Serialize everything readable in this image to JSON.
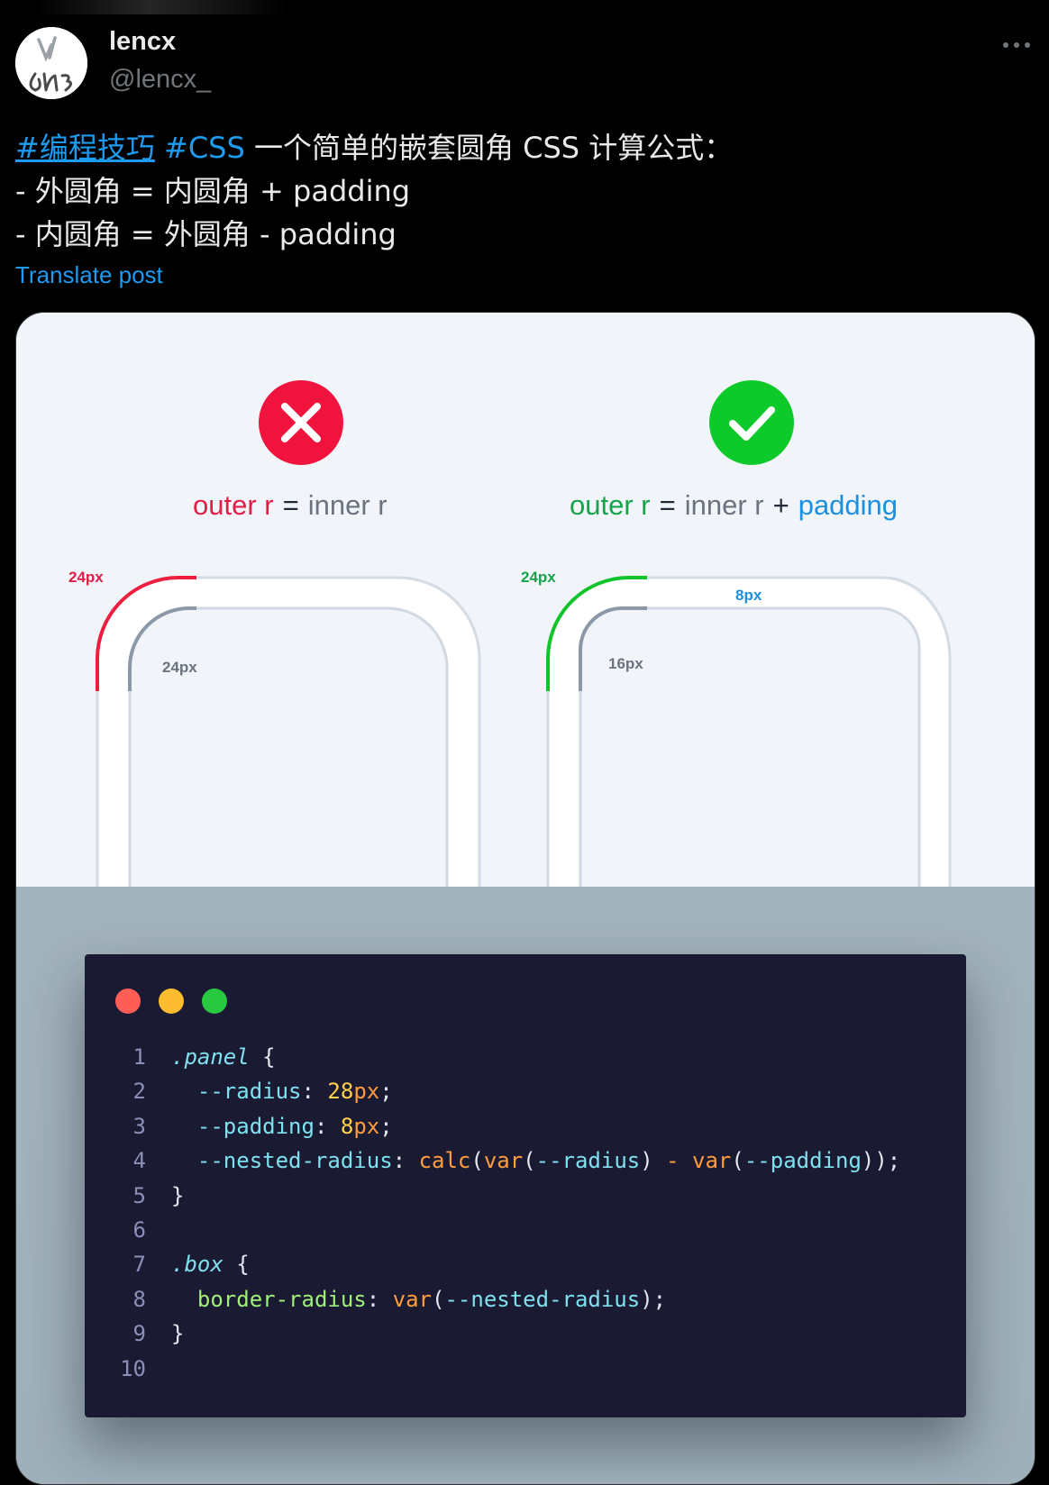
{
  "author": {
    "display_name": "lencx",
    "handle": "@lencx_"
  },
  "post": {
    "hashtag_1": "#编程技巧",
    "hashtag_2": "#CSS",
    "line_1_rest": "一个简单的嵌套圆角 CSS 计算公式：",
    "line_2": "- 外圆角 = 内圆角 + padding",
    "line_3": "- 内圆角 = 外圆角 - padding",
    "translate_label": "Translate post"
  },
  "diagram": {
    "wrong": {
      "icon": "x-circle-icon",
      "outer": "outer r",
      "equals": "=",
      "inner": "inner r",
      "outer_label": "24px",
      "inner_label": "24px",
      "color": "#e11d48"
    },
    "right": {
      "icon": "check-circle-icon",
      "outer": "outer r",
      "equals": "=",
      "inner": "inner r",
      "plus": "+",
      "padding": "padding",
      "outer_label": "24px",
      "padding_label": "8px",
      "inner_label": "16px",
      "color": "#16a34a"
    }
  },
  "code_window": {
    "buttons": [
      "#ff5f57",
      "#febc2e",
      "#28c840"
    ],
    "lines": [
      {
        "n": "1"
      },
      {
        "n": "2"
      },
      {
        "n": "3"
      },
      {
        "n": "4"
      },
      {
        "n": "5"
      },
      {
        "n": "6"
      },
      {
        "n": "7"
      },
      {
        "n": "8"
      },
      {
        "n": "9"
      },
      {
        "n": "10"
      }
    ],
    "tokens": {
      "panel": ".panel",
      "open": " {",
      "radius_prop": "--radius",
      "radius_num": "28",
      "radius_unit": "px",
      "padding_prop": "--padding",
      "padding_num": "8",
      "padding_unit": "px",
      "nested_prop": "--nested-radius",
      "calc": "calc",
      "var": "var",
      "minus": " - ",
      "radius_ref": "--radius",
      "padding_ref": "--padding",
      "close": "}",
      "box": ".box",
      "br_prop": "border-radius",
      "nested_ref": "--nested-radius"
    }
  }
}
